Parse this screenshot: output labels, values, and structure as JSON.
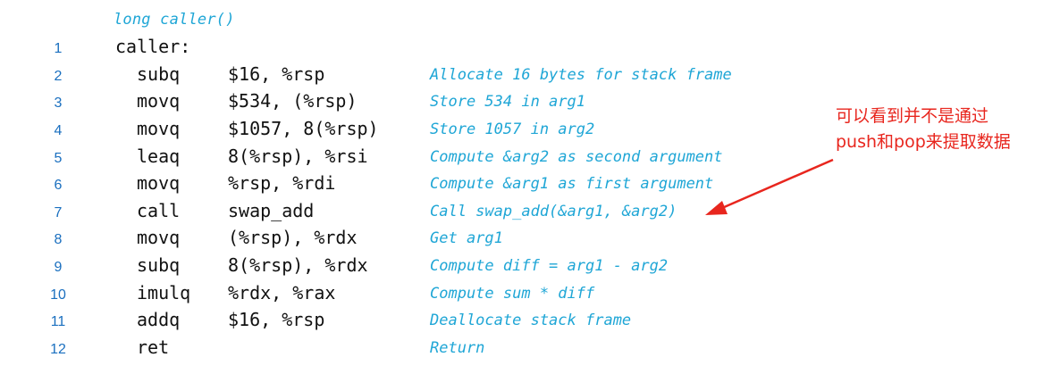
{
  "header": {
    "signature": "long caller()"
  },
  "lines": [
    {
      "num": "1",
      "label": "caller:",
      "op": "",
      "args": "",
      "comment": ""
    },
    {
      "num": "2",
      "label": "",
      "op": "subq",
      "args": "$16, %rsp",
      "comment": "Allocate 16 bytes for stack frame"
    },
    {
      "num": "3",
      "label": "",
      "op": "movq",
      "args": "$534, (%rsp)",
      "comment": "Store 534 in arg1"
    },
    {
      "num": "4",
      "label": "",
      "op": "movq",
      "args": "$1057, 8(%rsp)",
      "comment": "Store 1057 in arg2"
    },
    {
      "num": "5",
      "label": "",
      "op": "leaq",
      "args": "8(%rsp), %rsi",
      "comment": "Compute &arg2 as second argument"
    },
    {
      "num": "6",
      "label": "",
      "op": "movq",
      "args": "%rsp, %rdi",
      "comment": "Compute &arg1 as first argument"
    },
    {
      "num": "7",
      "label": "",
      "op": "call",
      "args": "swap_add",
      "comment": "Call swap_add(&arg1, &arg2)"
    },
    {
      "num": "8",
      "label": "",
      "op": "movq",
      "args": "(%rsp), %rdx",
      "comment": "Get arg1"
    },
    {
      "num": "9",
      "label": "",
      "op": "subq",
      "args": "8(%rsp), %rdx",
      "comment": "Compute diff = arg1 - arg2"
    },
    {
      "num": "10",
      "label": "",
      "op": "imulq",
      "args": "%rdx, %rax",
      "comment": "Compute sum * diff"
    },
    {
      "num": "11",
      "label": "",
      "op": "addq",
      "args": "$16, %rsp",
      "comment": "Deallocate stack frame"
    },
    {
      "num": "12",
      "label": "",
      "op": "ret",
      "args": "",
      "comment": "Return"
    }
  ],
  "annotation": {
    "line1": "可以看到并不是通过",
    "line2": "push和pop来提取数据",
    "color": "#e8261e"
  },
  "colors": {
    "comment": "#1fa6d6",
    "line_number": "#1a6fbf",
    "code": "#111111"
  }
}
